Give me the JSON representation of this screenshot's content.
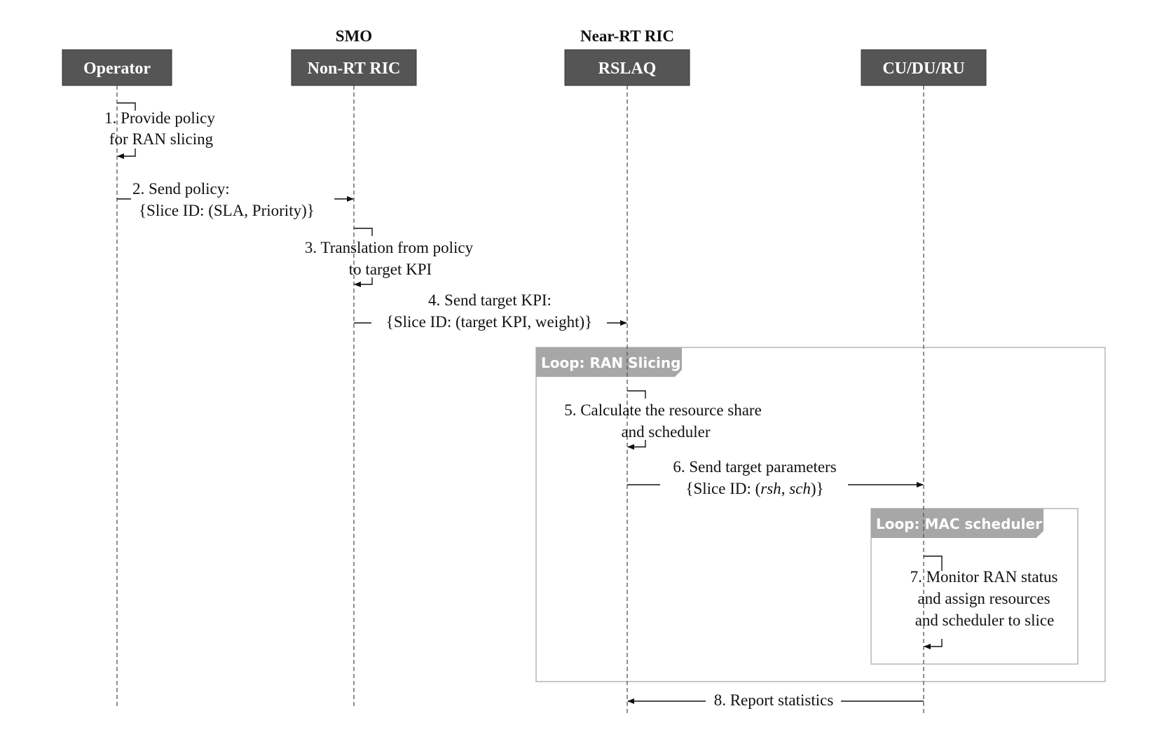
{
  "groups": {
    "smo": "SMO",
    "near_rt_ric": "Near-RT RIC"
  },
  "actors": {
    "operator": "Operator",
    "non_rt_ric": "Non-RT RIC",
    "rslaq": "RSLAQ",
    "cu_du_ru": "CU/DU/RU"
  },
  "loops": {
    "ran_slicing": "Loop: RAN Slicing",
    "mac_scheduler": "Loop: MAC scheduler"
  },
  "steps": {
    "s1": [
      "1. Provide policy",
      "for RAN slicing"
    ],
    "s2": [
      "2. Send policy:",
      "{Slice ID: (SLA, Priority)}"
    ],
    "s3": [
      "3. Translation from policy",
      "to target KPI"
    ],
    "s4": [
      "4. Send target KPI:",
      "{Slice ID: (target KPI, weight)}"
    ],
    "s5": [
      "5. Calculate the resource share",
      "and scheduler"
    ],
    "s6": [
      "6. Send target parameters",
      "{Slice ID: (",
      "rsh",
      ", ",
      "sch",
      ")}"
    ],
    "s7": [
      "7. Monitor RAN status",
      "and assign resources",
      "and scheduler to slice"
    ],
    "s8": [
      "8. Report statistics"
    ]
  }
}
